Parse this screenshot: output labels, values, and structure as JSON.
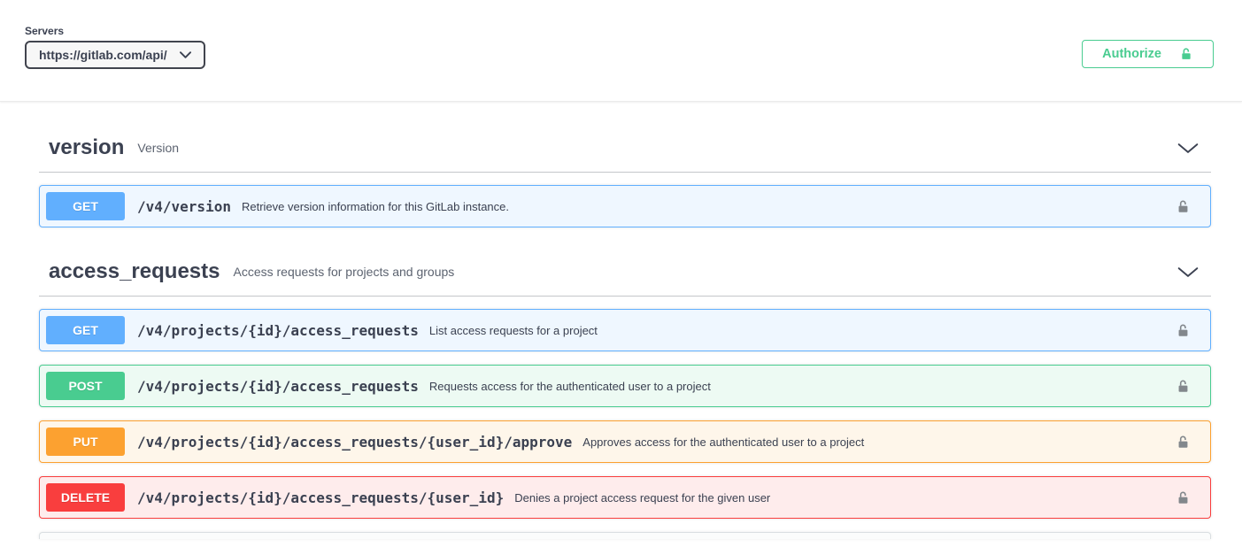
{
  "topbar": {
    "servers_label": "Servers",
    "server_value": "https://gitlab.com/api/",
    "authorize_label": "Authorize"
  },
  "colors": {
    "accent_green": "#49cc90",
    "method_get": "#61affe",
    "method_post": "#49cc90",
    "method_put": "#fca130",
    "method_delete": "#f93e3e",
    "text": "#3b4151"
  },
  "icons": {
    "server_select": "chevron-down-icon",
    "authorize": "unlock-icon",
    "section": "chevron-down-icon",
    "operation": "unlock-icon"
  },
  "sections": [
    {
      "name": "version",
      "description": "Version",
      "operations": [
        {
          "method": "GET",
          "path": "/v4/version",
          "summary": "Retrieve version information for this GitLab instance."
        }
      ]
    },
    {
      "name": "access_requests",
      "description": "Access requests for projects and groups",
      "operations": [
        {
          "method": "GET",
          "path": "/v4/projects/{id}/access_requests",
          "summary": "List access requests for a project"
        },
        {
          "method": "POST",
          "path": "/v4/projects/{id}/access_requests",
          "summary": "Requests access for the authenticated user to a project"
        },
        {
          "method": "PUT",
          "path": "/v4/projects/{id}/access_requests/{user_id}/approve",
          "summary": "Approves access for the authenticated user to a project"
        },
        {
          "method": "DELETE",
          "path": "/v4/projects/{id}/access_requests/{user_id}",
          "summary": "Denies a project access request for the given user"
        }
      ]
    }
  ]
}
